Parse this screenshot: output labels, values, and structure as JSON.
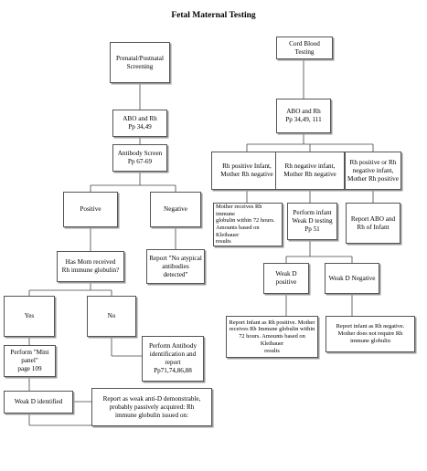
{
  "title": "Fetal Maternal Testing",
  "left": {
    "screening": "Prenatal/Postnatal\nScreening",
    "abo": "ABO and Rh\nPp 34,49",
    "antibody": "Antibody Screen\nPp 67-69",
    "positive": "Positive",
    "negative": "Negative",
    "has_mom": "Has Mom received\nRh immune globulin?",
    "report_no_atypical": "Report \"No atypical\nantibodies detected\"",
    "yes": "Yes",
    "no": "No",
    "perform_antibody": "Perform Antibody\nidentification and\nreport\nPp71,74,86,88",
    "mini_panel": "Perform \"Mini panel\"\npage 109",
    "weak_d": "Weak D identified",
    "report_weak": "Report as weak anti-D demonstrable,\nprobably passively acquired: Rh\nimmune globulin issued on:"
  },
  "right": {
    "cord": "Cord Blood Testing",
    "abo": "ABO and Rh\nPp 34,49, 111",
    "rh_pos_infant": "Rh positive Infant,\nMother Rh negative",
    "rh_neg_infant": "Rh negative infant,\nMother Rh negative",
    "rh_pos_or_neg": "Rh positive or Rh\nnegative infant,\nMother Rh positive",
    "mother_receives": "Mother receives Rh immune\nglobulin within 72 hours.\nAmounts based on Kleihauer\nresults",
    "perform_weak_d": "Perform infant\nWeak D testing\nPp 51",
    "report_abo": "Report ABO and\nRh of Infant",
    "weak_d_pos": "Weak D positive",
    "weak_d_neg": "Weak D Negative",
    "report_pos": "Report Infant as Rh positive. Mother\nreceives Rh Immune globulin within\n72 hours. Amounts based on Kleihauer\nresults",
    "report_neg": "Report infant as Rh negative.\nMother does not require Rh\nimmune globulin"
  }
}
